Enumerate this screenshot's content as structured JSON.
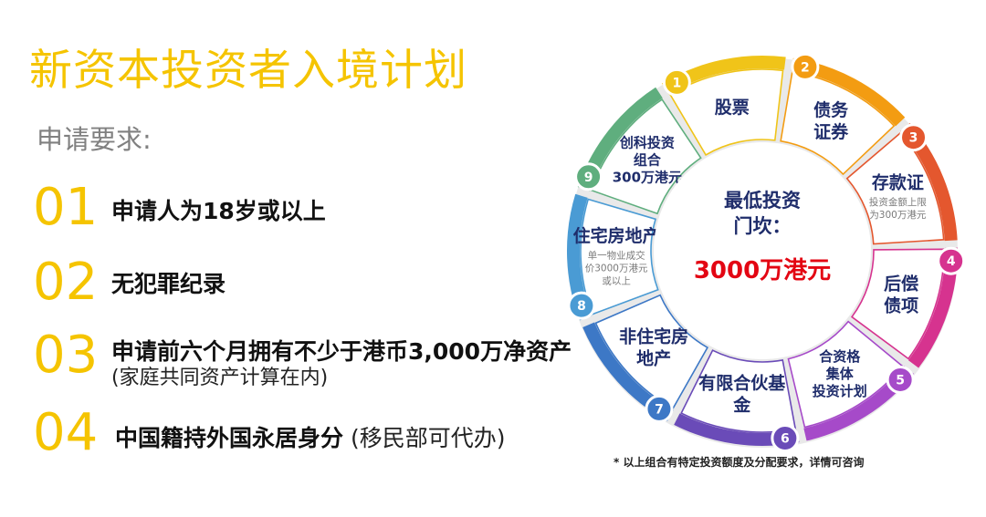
{
  "title": "新资本投资者入境计划",
  "subtitle": "申请要求:",
  "requirements": [
    {
      "num": "01",
      "text": "申请人为18岁或以上",
      "note": "",
      "sub": ""
    },
    {
      "num": "02",
      "text": "无犯罪纪录",
      "note": "",
      "sub": ""
    },
    {
      "num": "03",
      "text": "申请前六个月拥有不少于港币3,000万净资产",
      "note": "",
      "sub": "(家庭共同资产计算在内)"
    },
    {
      "num": "04",
      "text": "中国籍持外国永居身分",
      "note": " (移民部可代办)",
      "sub": ""
    }
  ],
  "diagram": {
    "center_label_1": "最低投资",
    "center_label_2": "门坎：",
    "center_amount": "3000万港元",
    "segments": [
      {
        "num": "1",
        "label": [
          "股票"
        ],
        "note": [],
        "color": "#f0c419"
      },
      {
        "num": "2",
        "label": [
          "债务",
          "证券"
        ],
        "note": [],
        "color": "#f39c12"
      },
      {
        "num": "3",
        "label": [
          "存款证"
        ],
        "note": [
          "投资金额上限",
          "为300万港元"
        ],
        "color": "#e4572e"
      },
      {
        "num": "4",
        "label": [
          "后偿",
          "债项"
        ],
        "note": [],
        "color": "#d6338f"
      },
      {
        "num": "5",
        "label": [
          "合资格",
          "集体",
          "投资计划"
        ],
        "note": [],
        "color": "#a64ac9"
      },
      {
        "num": "6",
        "label": [
          "有限合伙基",
          "金"
        ],
        "note": [],
        "color": "#6a4bb8"
      },
      {
        "num": "7",
        "label": [
          "非住宅房",
          "地产"
        ],
        "note": [],
        "color": "#3d78c6"
      },
      {
        "num": "8",
        "label": [
          "住宅房地产"
        ],
        "note": [
          "单一物业成交",
          "价3000万港元",
          "或以上"
        ],
        "color": "#4a9bd4"
      },
      {
        "num": "9",
        "label": [
          "创科投资",
          "组合",
          "300万港元"
        ],
        "note": [],
        "color": "#5fae7e"
      }
    ]
  },
  "footnote": "* 以上组合有特定投资额度及分配要求，详情可咨询"
}
